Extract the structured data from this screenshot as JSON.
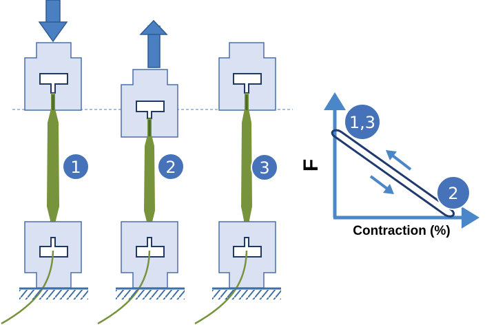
{
  "stages": [
    {
      "label": "1",
      "arrow": "down"
    },
    {
      "label": "2",
      "arrow": "up"
    },
    {
      "label": "3",
      "arrow": "none"
    }
  ],
  "graph": {
    "y_axis_label": "F",
    "x_axis_label": "Contraction (%)",
    "point_start_label": "1,3",
    "point_end_label": "2"
  },
  "colors": {
    "fixture_fill": "#d9e1f2",
    "fixture_stroke": "#4a6ea6",
    "fiber": "#77933c",
    "arrow": "#4a7fc1",
    "badge": "#4572b8",
    "axis": "#4a86c8",
    "loop": "#1f3a6e",
    "ground": "#3e6fa7"
  }
}
